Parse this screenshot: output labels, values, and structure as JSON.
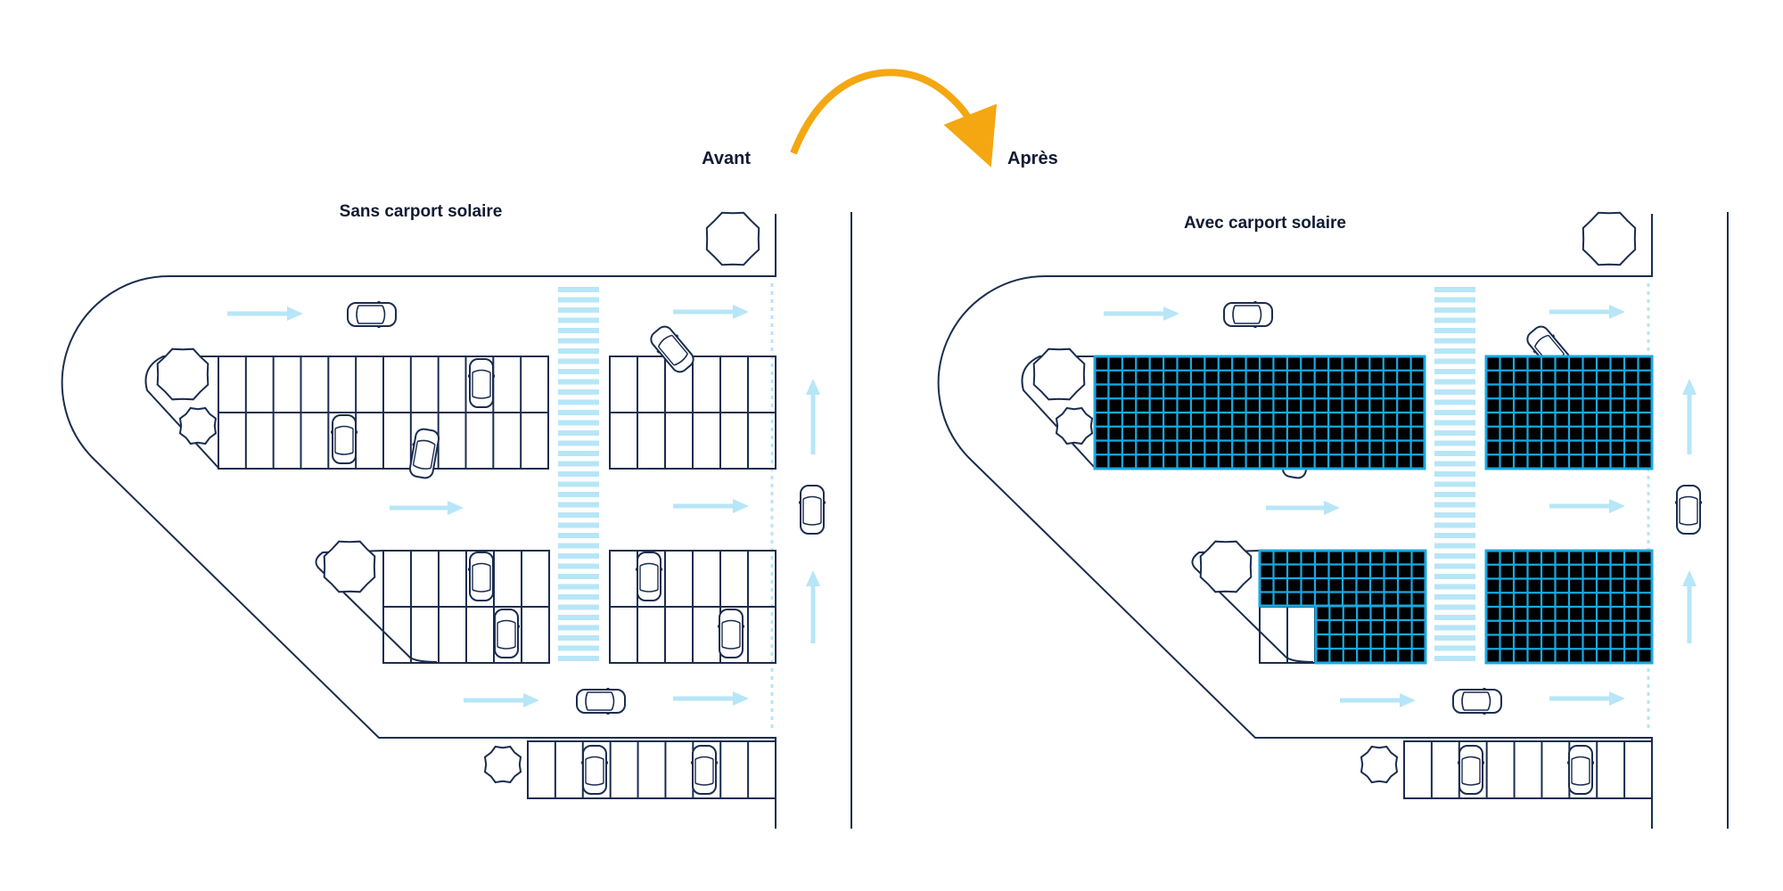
{
  "labels": {
    "before": "Avant",
    "after": "Après",
    "left_title": "Sans carport solaire",
    "right_title": "Avec carport solaire"
  },
  "colors": {
    "line": "#1b2d4f",
    "arrow": "#b7e6f7",
    "crosswalk": "#b7e6f7",
    "transition_arrow": "#f4a711",
    "panel_fill": "#000000",
    "panel_grid": "#19a9e1"
  },
  "icons": [
    "tree-icon",
    "car-icon",
    "direction-arrow-icon",
    "curved-arrow-icon",
    "solar-panel-icon"
  ]
}
